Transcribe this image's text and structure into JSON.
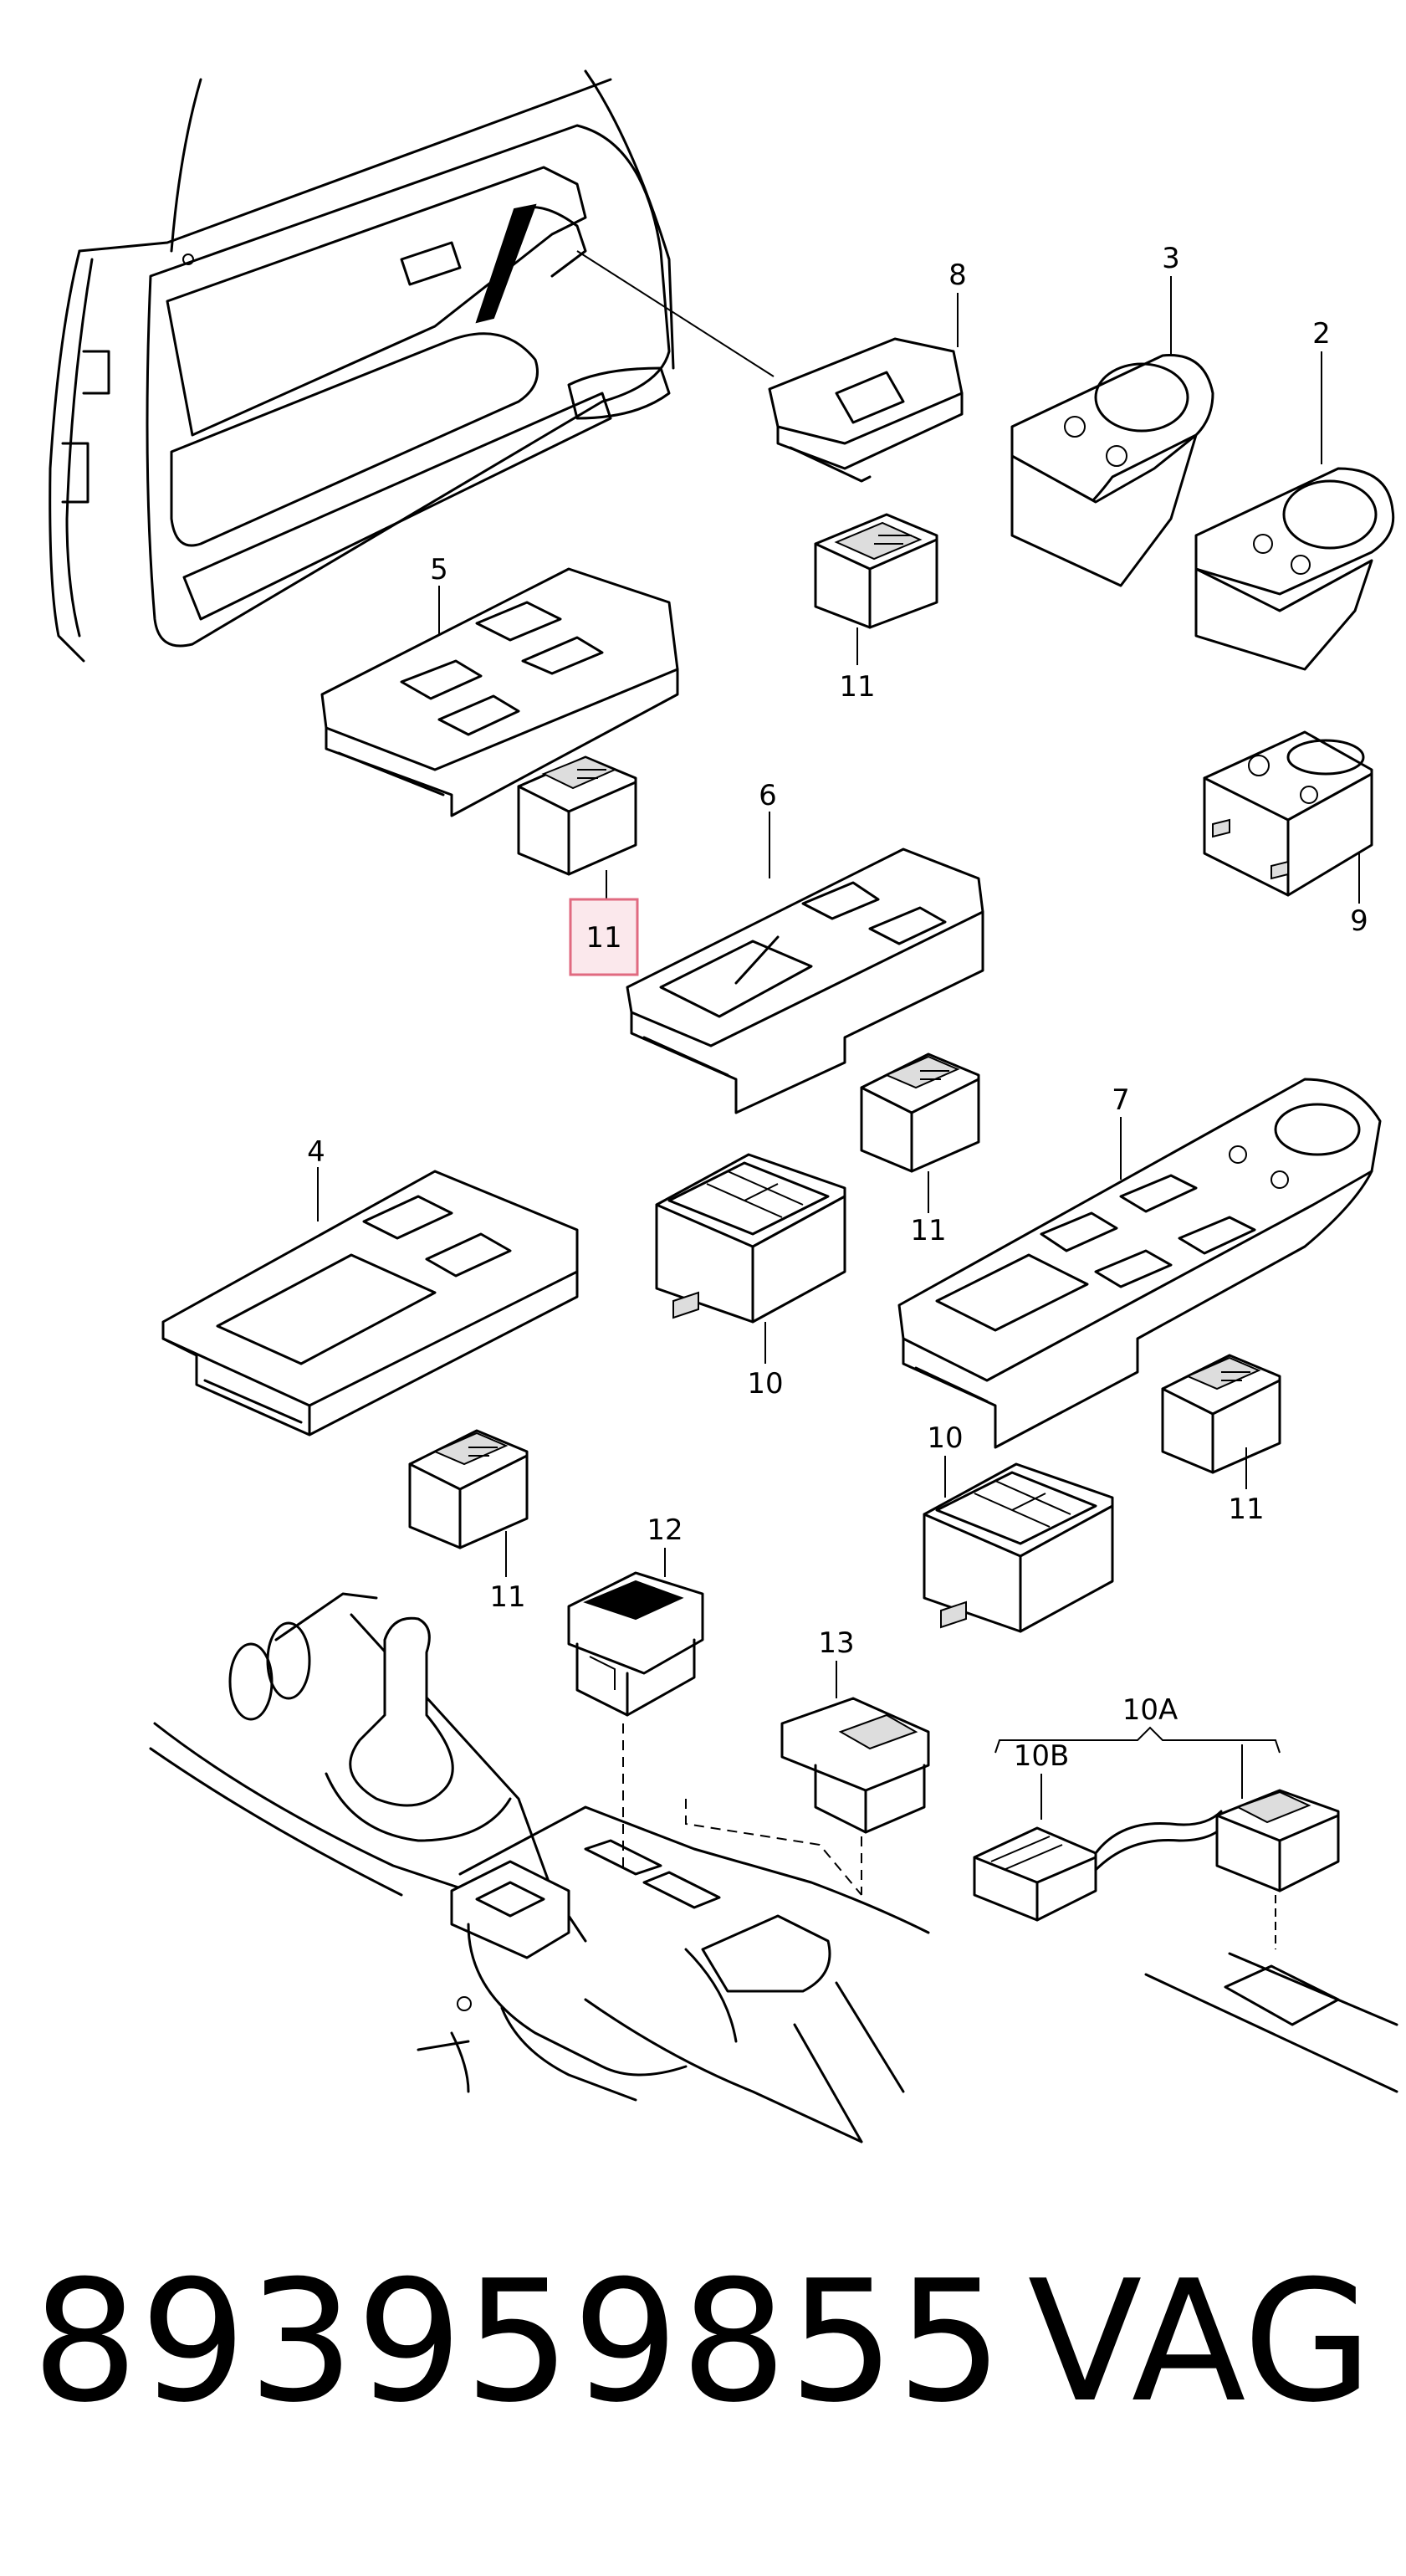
{
  "diagram": {
    "callouts": {
      "c1": "8",
      "c2": "3",
      "c3": "2",
      "c4": "5",
      "c5": "11",
      "c6": "11",
      "c7": "6",
      "c8": "9",
      "c9": "4",
      "c10": "7",
      "c11": "11",
      "c12": "10",
      "c13": "11",
      "c14": "10",
      "c15": "11",
      "c16": "12",
      "c17": "13",
      "c18": "10A",
      "c19": "10B"
    },
    "highlight_color": "#e06a80"
  },
  "footer": {
    "part_number": "893959855",
    "brand": "VAG"
  }
}
